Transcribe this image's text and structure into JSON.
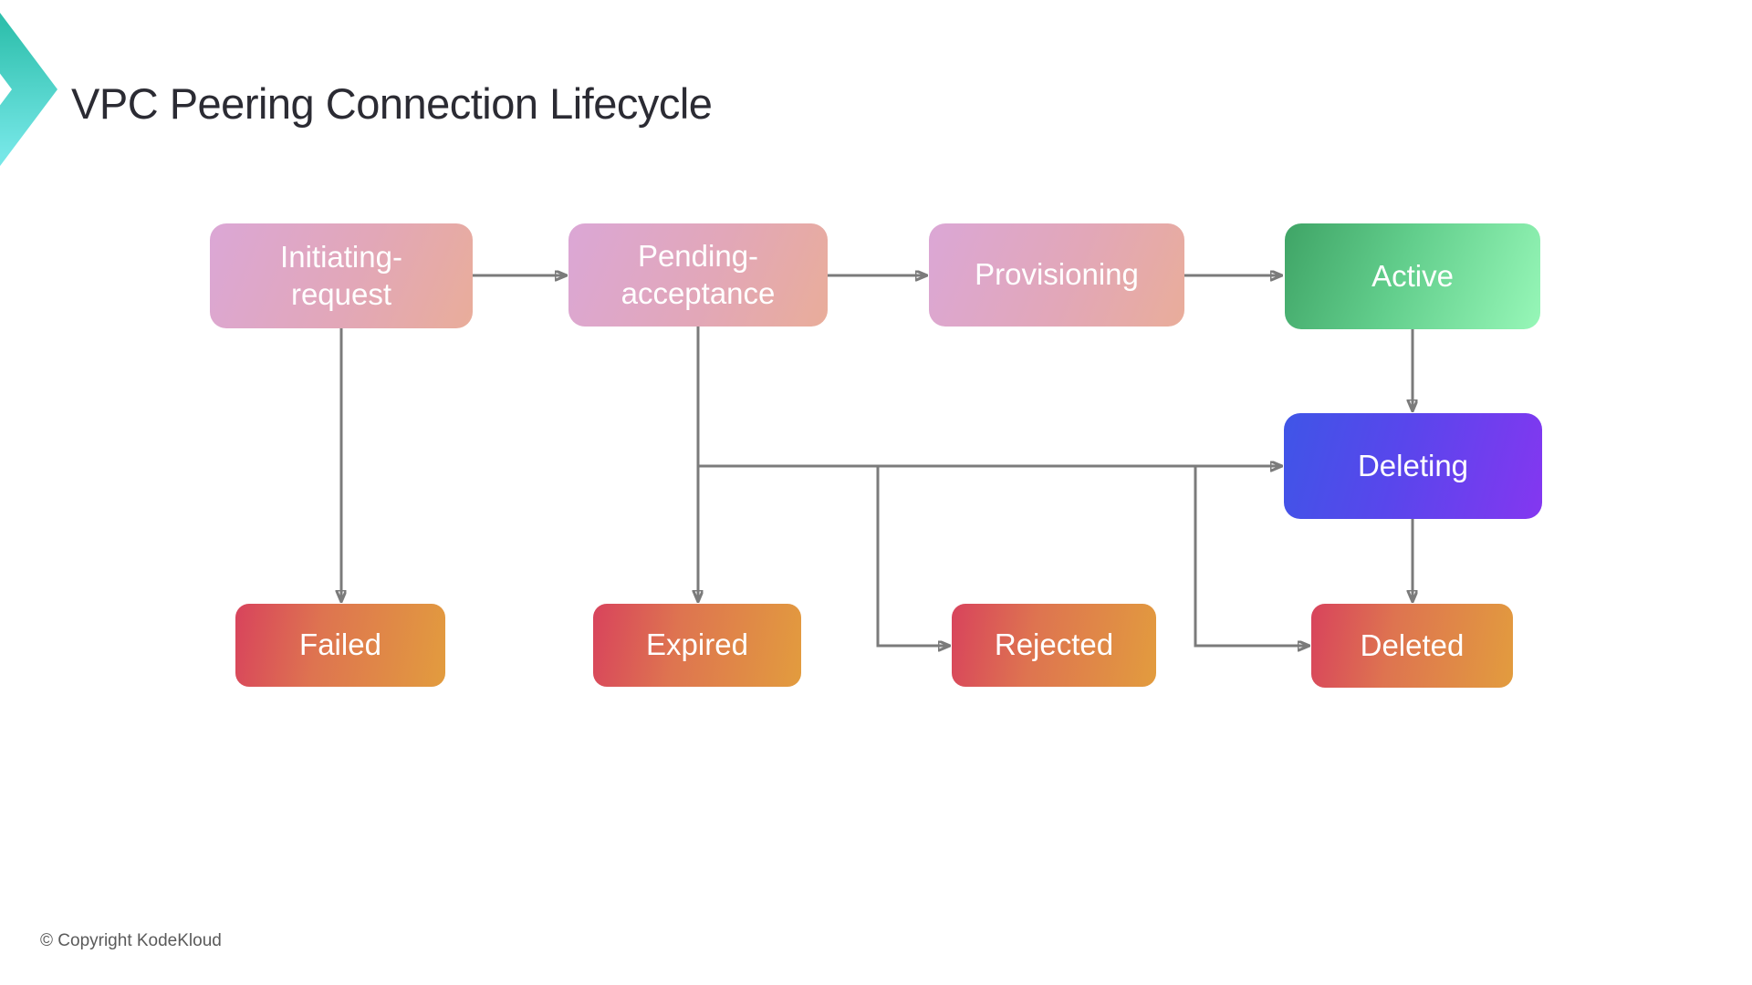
{
  "slide": {
    "title": "VPC Peering Connection Lifecycle",
    "copyright": "© Copyright KodeKloud"
  },
  "palette": {
    "background": "#ffffff",
    "title_text": "#2b2b33",
    "copyright_text": "#5a5a5a",
    "connector": "#7b7b7b",
    "node_text": "#ffffff",
    "pink_gradient_from": "#dba7d6",
    "pink_gradient_to": "#e9ad9a",
    "green_gradient_from": "#3fa466",
    "green_gradient_to": "#97f7b8",
    "violet_gradient_from": "#3f55e7",
    "violet_gradient_to": "#8437f0",
    "orange_gradient_from": "#d8435c",
    "orange_gradient_to": "#e29c3e",
    "logo_gradient_from": "#2fc0ad",
    "logo_gradient_to": "#76e7e7"
  },
  "nodes": [
    {
      "id": "initiating-request",
      "label": "Initiating-request",
      "style": "pink"
    },
    {
      "id": "pending-acceptance",
      "label": "Pending-acceptance",
      "style": "pink"
    },
    {
      "id": "provisioning",
      "label": "Provisioning",
      "style": "pink"
    },
    {
      "id": "active",
      "label": "Active",
      "style": "green"
    },
    {
      "id": "deleting",
      "label": "Deleting",
      "style": "violet"
    },
    {
      "id": "failed",
      "label": "Failed",
      "style": "orange"
    },
    {
      "id": "expired",
      "label": "Expired",
      "style": "orange"
    },
    {
      "id": "rejected",
      "label": "Rejected",
      "style": "orange"
    },
    {
      "id": "deleted",
      "label": "Deleted",
      "style": "orange"
    }
  ],
  "edges": [
    {
      "from": "initiating-request",
      "to": "pending-acceptance"
    },
    {
      "from": "pending-acceptance",
      "to": "provisioning"
    },
    {
      "from": "provisioning",
      "to": "active"
    },
    {
      "from": "active",
      "to": "deleting"
    },
    {
      "from": "initiating-request",
      "to": "failed"
    },
    {
      "from": "pending-acceptance",
      "to": "expired"
    },
    {
      "from": "pending-acceptance",
      "to": "deleting"
    },
    {
      "from": "pending-acceptance",
      "to": "rejected"
    },
    {
      "from": "pending-acceptance",
      "to": "deleted"
    },
    {
      "from": "deleting",
      "to": "deleted"
    }
  ]
}
